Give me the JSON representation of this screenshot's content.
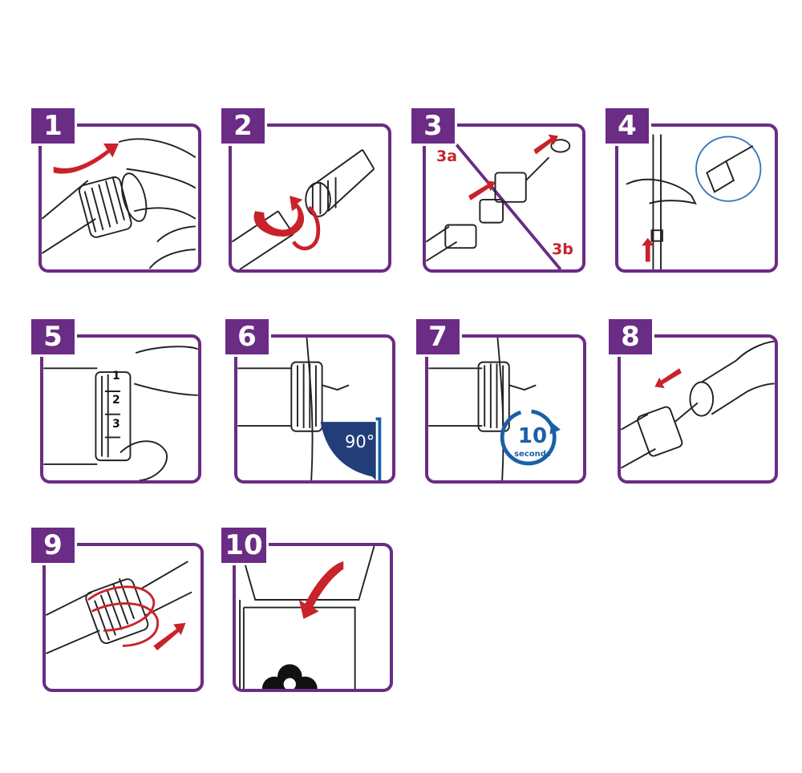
{
  "colors": {
    "frame_purple": "#6a2c84",
    "arrow_red": "#c8232a",
    "timer_blue": "#1a5fa8",
    "angle_navy": "#233d78",
    "line_ink": "#222222"
  },
  "steps": [
    {
      "number": "1",
      "icon": "remove-pen-cap-icon"
    },
    {
      "number": "2",
      "icon": "twist-needle-on-icon"
    },
    {
      "number": "3",
      "icon": "remove-needle-caps-icon",
      "sublabels": [
        "3a",
        "3b"
      ]
    },
    {
      "number": "4",
      "icon": "prime-pen-icon"
    },
    {
      "number": "5",
      "icon": "dial-dose-icon",
      "scale": [
        "1",
        "2",
        "3"
      ]
    },
    {
      "number": "6",
      "icon": "inject-90-degrees-icon",
      "angle_label": "90°"
    },
    {
      "number": "7",
      "icon": "hold-10-seconds-icon",
      "timer_value": "10",
      "timer_unit": "seconds"
    },
    {
      "number": "8",
      "icon": "replace-outer-cap-icon"
    },
    {
      "number": "9",
      "icon": "unscrew-needle-icon"
    },
    {
      "number": "10",
      "icon": "sharps-disposal-icon"
    }
  ]
}
